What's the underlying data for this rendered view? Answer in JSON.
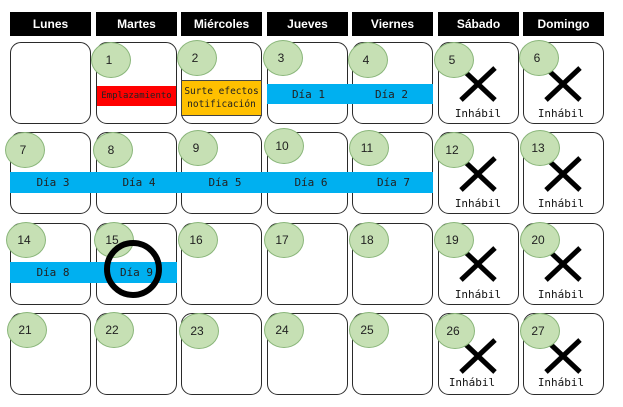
{
  "headers": [
    "Lunes",
    "Martes",
    "Miércoles",
    "Jueves",
    "Viernes",
    "Sábado",
    "Domingo"
  ],
  "day_numbers": [
    "1",
    "2",
    "3",
    "4",
    "5",
    "6",
    "7",
    "8",
    "9",
    "10",
    "11",
    "12",
    "13",
    "14",
    "15",
    "16",
    "17",
    "18",
    "19",
    "20",
    "21",
    "22",
    "23",
    "24",
    "25",
    "26",
    "27"
  ],
  "labels": {
    "emplazamiento": "Emplazamiento",
    "surte_efectos_line1": "Surte efectos",
    "surte_efectos_line2": "notificación",
    "inhabil": "Inhábil"
  },
  "day_bars": [
    "Día 1",
    "Día 2",
    "Día 3",
    "Día 4",
    "Día 5",
    "Día 6",
    "Día 7",
    "Día 8",
    "Día 9"
  ],
  "highlighted_day": "Día 9",
  "colors": {
    "header_bg": "#000000",
    "day_bubble": "#c6e0b4",
    "day_bar": "#00b0f0",
    "emplazamiento": "#ff0000",
    "surte_efectos": "#ffc000"
  },
  "icons": [
    "x-mark-icon",
    "circle-highlight"
  ]
}
